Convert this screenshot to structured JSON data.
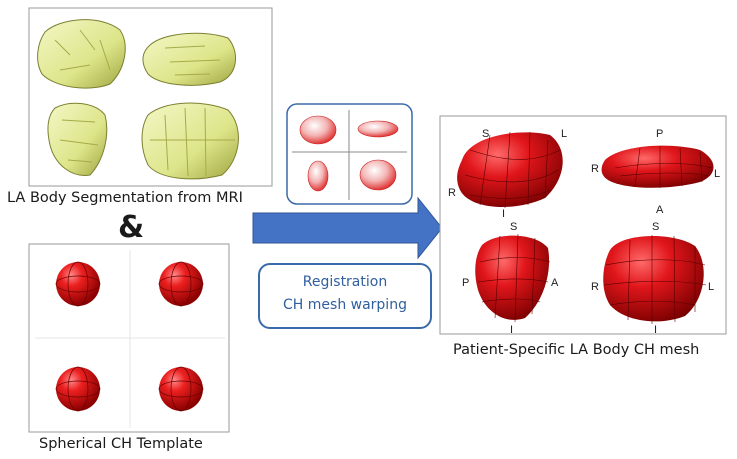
{
  "segmentation": {
    "caption": "LA Body Segmentation from MRI"
  },
  "ampersand": "&",
  "template": {
    "caption": "Spherical CH Template"
  },
  "registration": {
    "line1": "Registration",
    "line2": "CH mesh warping"
  },
  "output": {
    "caption": "Patient-Specific LA Body CH mesh",
    "views": [
      {
        "top": "S",
        "right": "L",
        "left": "R",
        "bottom": "I"
      },
      {
        "top": "P",
        "right": "L",
        "left": "R",
        "bottom": "A"
      },
      {
        "top": "S",
        "right": "A",
        "left": "P",
        "bottom": "I"
      },
      {
        "top": "S",
        "right": "L",
        "left": "R",
        "bottom": "I"
      }
    ]
  },
  "colors": {
    "arrow": "#4472c4",
    "mesh_red": "#e0161b",
    "segment_yellow": "#e6ec9a",
    "box_border": "#3a6aa8"
  }
}
